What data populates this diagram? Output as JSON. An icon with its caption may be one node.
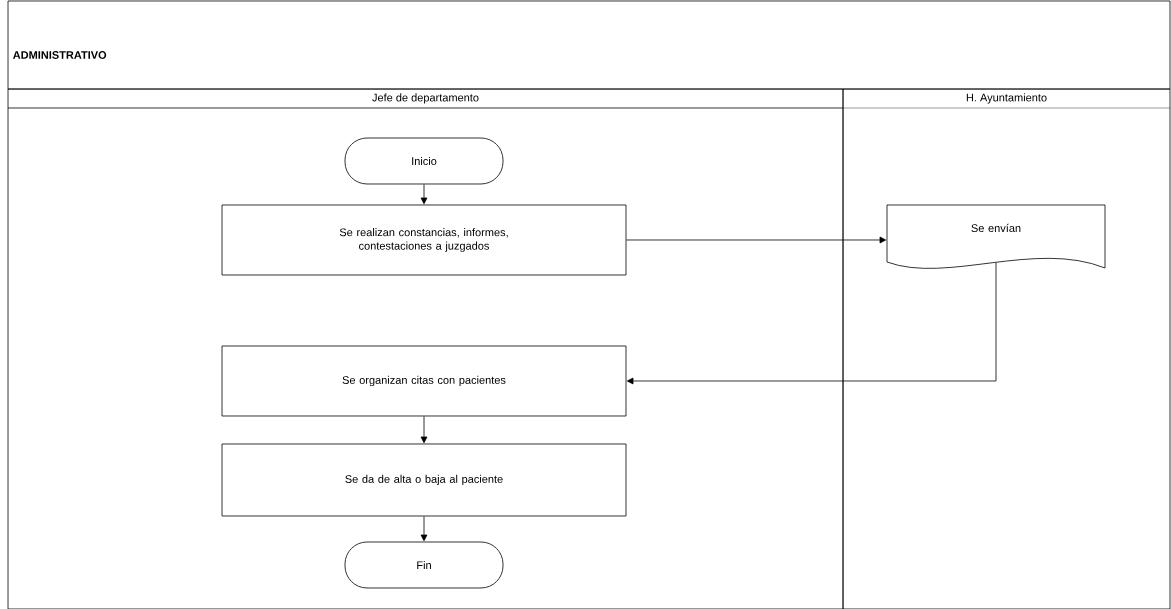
{
  "diagram": {
    "title": "ADMINISTRATIVO",
    "nodes": [
      {
        "text": [
          "Jefe de departamento"
        ]
      },
      {
        "text": [
          "H. Ayuntamiento"
        ]
      },
      {
        "text": [
          "Inicio"
        ],
        "in": 0
      },
      {
        "text": [
          "Se realizan constancias, informes, contestaciones a juzgados"
        ],
        "in": 0
      },
      {
        "text": [
          "Se envían"
        ],
        "in": 1
      },
      {
        "text": [
          "Se organizan citas con pacientes"
        ],
        "in": 0
      },
      {
        "text": [
          "Se da de alta o baja al paciente"
        ],
        "in": 0
      },
      {
        "text": [
          "Fin"
        ],
        "in": 0
      }
    ],
    "edges": [
      {
        "from": 2,
        "to": 3,
        "arrow": "to"
      },
      {
        "from": 3,
        "to": 4,
        "arrow": "to"
      },
      {
        "from": 4,
        "to": 5,
        "arrow": "to"
      },
      {
        "from": 5,
        "to": 6,
        "arrow": "to"
      },
      {
        "from": 6,
        "to": 7,
        "arrow": "to"
      }
    ]
  }
}
